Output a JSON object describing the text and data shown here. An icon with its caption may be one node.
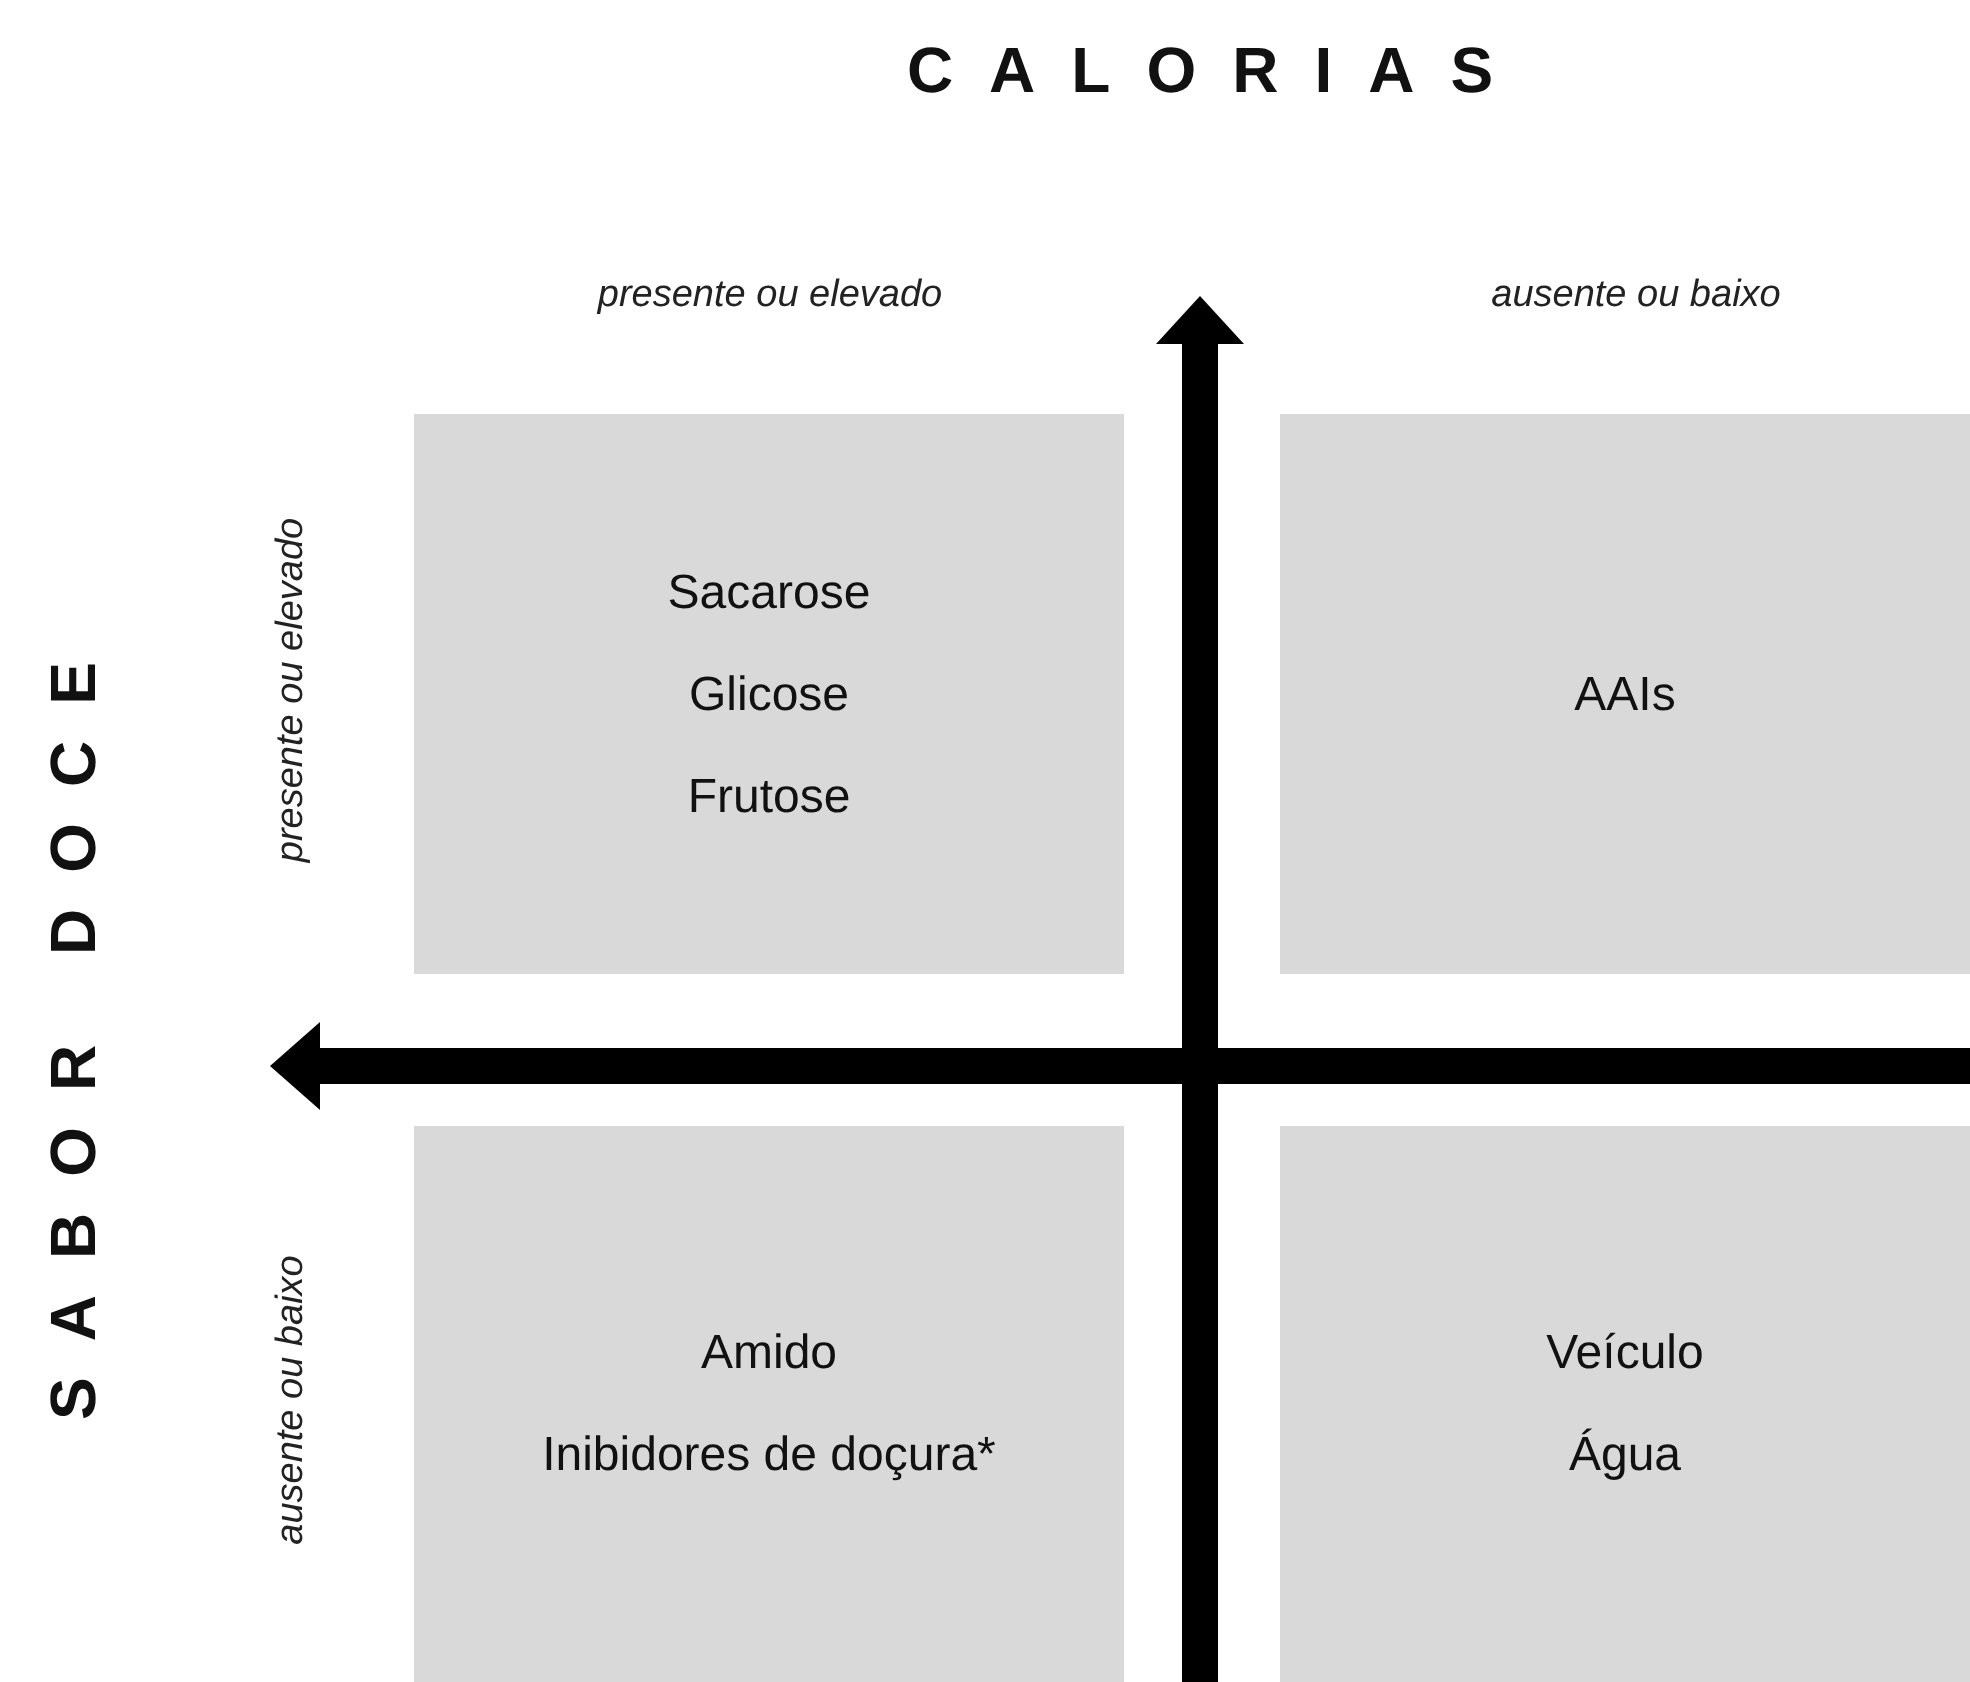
{
  "diagram": {
    "nodes": [
      {
        "text": [
          "Sacarose",
          "Glicose",
          "Frutose"
        ]
      },
      {
        "text": [
          "AAIs"
        ]
      },
      {
        "text": [
          "Amido",
          "Inibidores de doçura*"
        ]
      },
      {
        "text": [
          "Veículo",
          "Água"
        ]
      }
    ],
    "labels": [
      "CALORIAS",
      "presente ou elevado",
      "ausente ou baixo",
      "SABOR DOCE",
      "presente ou elevado",
      "ausente ou baixo"
    ]
  }
}
